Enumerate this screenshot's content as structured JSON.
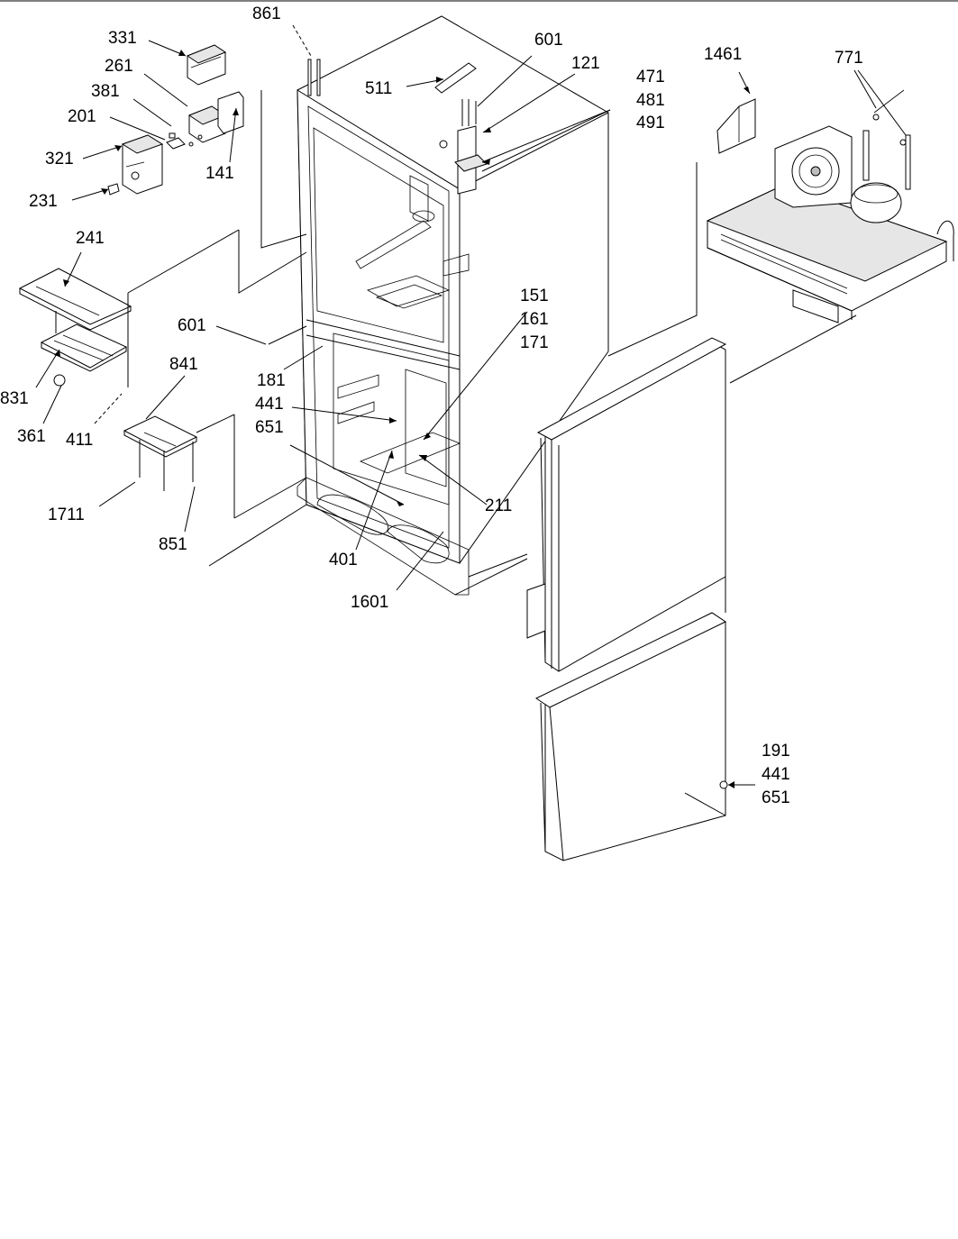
{
  "diagram": {
    "labels": {
      "l861": "861",
      "l331": "331",
      "l261": "261",
      "l381": "381",
      "l201": "201",
      "l321": "321",
      "l231": "231",
      "l141": "141",
      "l601a": "601",
      "l121": "121",
      "l511": "511",
      "l471": "471",
      "l481": "481",
      "l491": "491",
      "l1461": "1461",
      "l771": "771",
      "l241": "241",
      "l831": "831",
      "l361": "361",
      "l411": "411",
      "l601b": "601",
      "l181": "181",
      "l441a": "441",
      "l651a": "651",
      "l151": "151",
      "l161": "161",
      "l171": "171",
      "l841": "841",
      "l1711": "1711",
      "l851": "851",
      "l211": "211",
      "l401": "401",
      "l1601": "1601",
      "l191": "191",
      "l441b": "441",
      "l651b": "651"
    }
  }
}
